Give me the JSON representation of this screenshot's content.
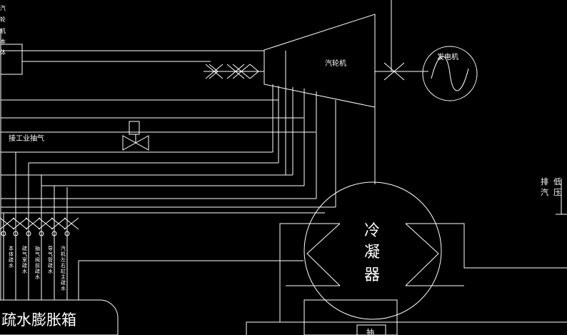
{
  "labels": {
    "turbine": "汽轮机",
    "generator": "发电机",
    "industrial_steam": "接工业抽气",
    "expansion_tank": "疏水膨胀箱",
    "condenser": [
      "冷",
      "凝",
      "器"
    ],
    "left_edge": [
      "汽",
      "轮",
      "机",
      "本",
      "体"
    ],
    "right_edge_a": [
      "排",
      "汽"
    ],
    "right_edge_b": [
      "低",
      "压"
    ],
    "bottom_hidden": "抽"
  },
  "drain_labels": [
    "本体疏水",
    "疏气室疏水",
    "抽气阀前疏水",
    "导气管疏水",
    "汽机左右缸主疏水"
  ],
  "colors": {
    "line": "#ffffff",
    "background": "#000000"
  }
}
